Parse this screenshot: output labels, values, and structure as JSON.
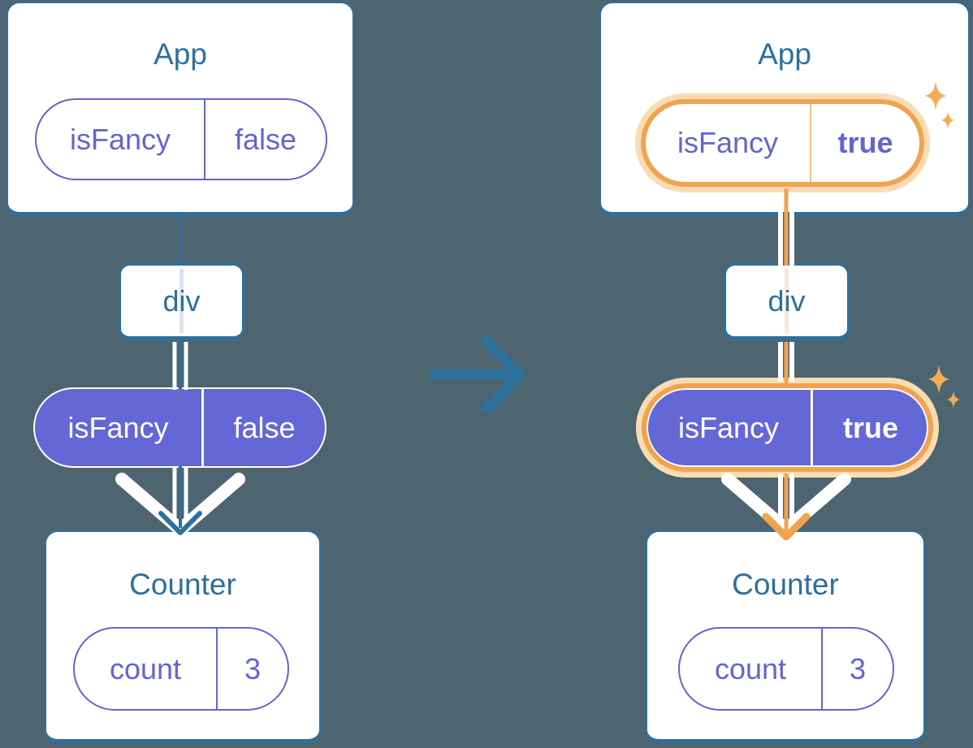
{
  "left_tree": {
    "app_title": "App",
    "app_prop": {
      "name": "isFancy",
      "value": "false"
    },
    "div_label": "div",
    "passed_prop": {
      "name": "isFancy",
      "value": "false"
    },
    "counter_title": "Counter",
    "counter_state": {
      "name": "count",
      "value": "3"
    }
  },
  "right_tree": {
    "app_title": "App",
    "app_prop": {
      "name": "isFancy",
      "value": "true"
    },
    "div_label": "div",
    "passed_prop": {
      "name": "isFancy",
      "value": "true"
    },
    "counter_title": "Counter",
    "counter_state": {
      "name": "count",
      "value": "3"
    }
  },
  "icons": {
    "transition_arrow": "right-arrow",
    "prop_flow_arrow": "down-chevron-arrow",
    "sparkle": "sparkle-4-point"
  },
  "colors": {
    "background": "#4c6571",
    "node_blue": "#2e6f9e",
    "prop_purple": "#6463d3",
    "prop_fill_purple": "#6467d6",
    "highlight_orange": "#f1a34f",
    "highlight_halo": "#fbdcb2",
    "sparkle_orange": "#f3ab55"
  }
}
